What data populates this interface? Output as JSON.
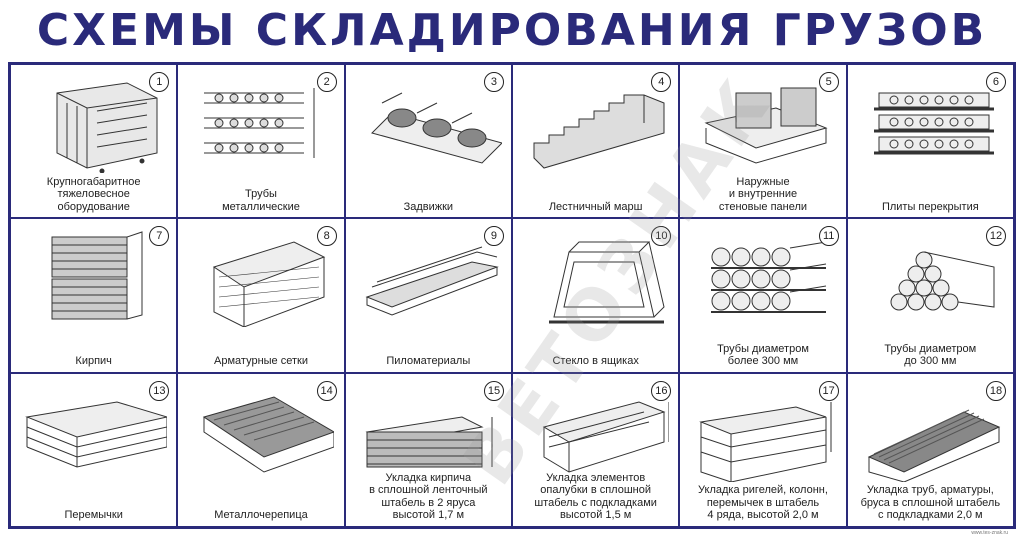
{
  "title": "СХЕМЫ СКЛАДИРОВАНИЯ ГРУЗОВ",
  "watermark": "ВЕТОЗНАК",
  "footer": "www.tes-znak.ru",
  "cells": [
    {
      "num": "1",
      "label": "Крупногабаритное\nтяжеловесное\nоборудование",
      "icon": "heavy-equipment-icon"
    },
    {
      "num": "2",
      "label": "Трубы\nметаллические",
      "icon": "metal-pipes-icon"
    },
    {
      "num": "3",
      "label": "Задвижки",
      "icon": "valves-icon"
    },
    {
      "num": "4",
      "label": "Лестничный марш",
      "icon": "staircase-icon"
    },
    {
      "num": "5",
      "label": "Наружные\nи внутренние\nстеновые панели",
      "icon": "wall-panels-icon"
    },
    {
      "num": "6",
      "label": "Плиты перекрытия",
      "icon": "floor-slabs-icon"
    },
    {
      "num": "7",
      "label": "Кирпич",
      "icon": "brick-icon"
    },
    {
      "num": "8",
      "label": "Арматурные сетки",
      "icon": "rebar-mesh-icon"
    },
    {
      "num": "9",
      "label": "Пиломатериалы",
      "icon": "lumber-icon"
    },
    {
      "num": "10",
      "label": "Стекло в ящиках",
      "icon": "glass-crate-icon"
    },
    {
      "num": "11",
      "label": "Трубы диаметром\nболее 300 мм",
      "icon": "large-pipes-icon"
    },
    {
      "num": "12",
      "label": "Трубы диаметром\nдо 300 мм",
      "icon": "small-pipes-icon"
    },
    {
      "num": "13",
      "label": "Перемычки",
      "icon": "lintels-icon"
    },
    {
      "num": "14",
      "label": "Металлочерепица",
      "icon": "metal-tile-icon"
    },
    {
      "num": "15",
      "label": "Укладка кирпича\nв сплошной ленточный\nштабель в 2 яруса\nвысотой 1,7 м",
      "icon": "brick-stack-icon"
    },
    {
      "num": "16",
      "label": "Укладка элементов\nопалубки в сплошной\nштабель с подкладками\nвысотой 1,5 м",
      "icon": "formwork-stack-icon"
    },
    {
      "num": "17",
      "label": "Укладка ригелей, колонн,\nперемычек в штабель\n4 ряда, высотой 2,0 м",
      "icon": "beams-stack-icon"
    },
    {
      "num": "18",
      "label": "Укладка труб, арматуры,\nбруса в сплошной штабель\nс подкладками 2,0 м",
      "icon": "rods-stack-icon"
    }
  ],
  "colors": {
    "frame": "#2a2a7a",
    "title": "#2a2a7a",
    "ink": "#222222"
  }
}
